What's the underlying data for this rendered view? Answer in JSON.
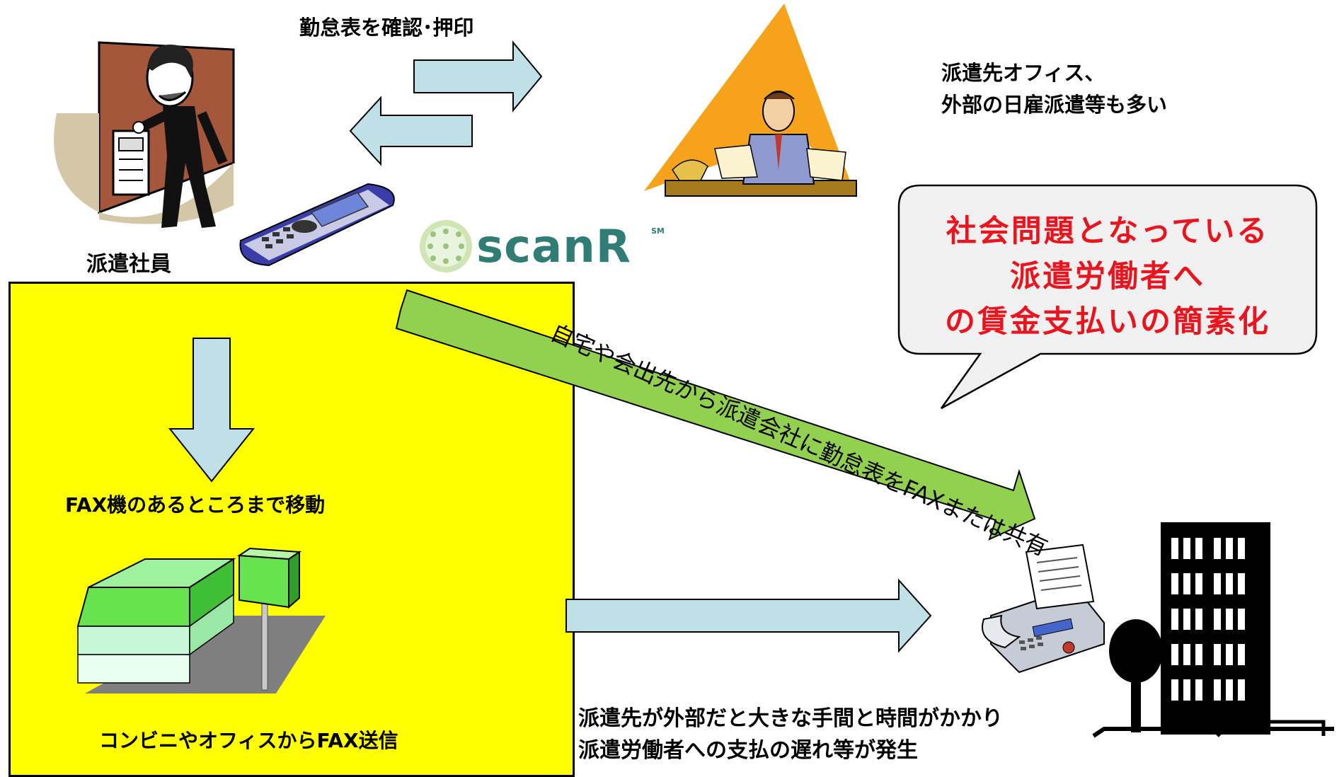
{
  "labels": {
    "confirm_stamp": "勤怠表を確認･押印",
    "dispatch_office_line1": "派遣先オフィス、",
    "dispatch_office_line2": "外部の日雇派遣等も多い",
    "employee": "派遣社員",
    "move_to_fax": "FAX機のあるところまで移動",
    "send_fax": "コンビニやオフィスからFAX送信",
    "diagonal_arrow": "自宅や会出先から派遣会社に勤怠表をFAXまたは共有",
    "problem_line1": "派遣先が外部だと大きな手間と時間がかかり",
    "problem_line2": "派遣労働者への支払の遅れ等が発生"
  },
  "callout": {
    "line1": "社会問題となっている",
    "line2": "派遣労働者へ",
    "line3": "の賃金支払いの簡素化"
  },
  "logo": {
    "text": "scanR",
    "mark": "SM"
  },
  "colors": {
    "panel_yellow": "#ffff00",
    "arrow_lightblue": "#bfe0e6",
    "arrow_green": "#92d050",
    "callout_text_red": "#e8141e",
    "callout_bg": "#f0f0f0",
    "pyramid_orange": "#f7a21b",
    "scanr_teal": "#2f7d75"
  }
}
